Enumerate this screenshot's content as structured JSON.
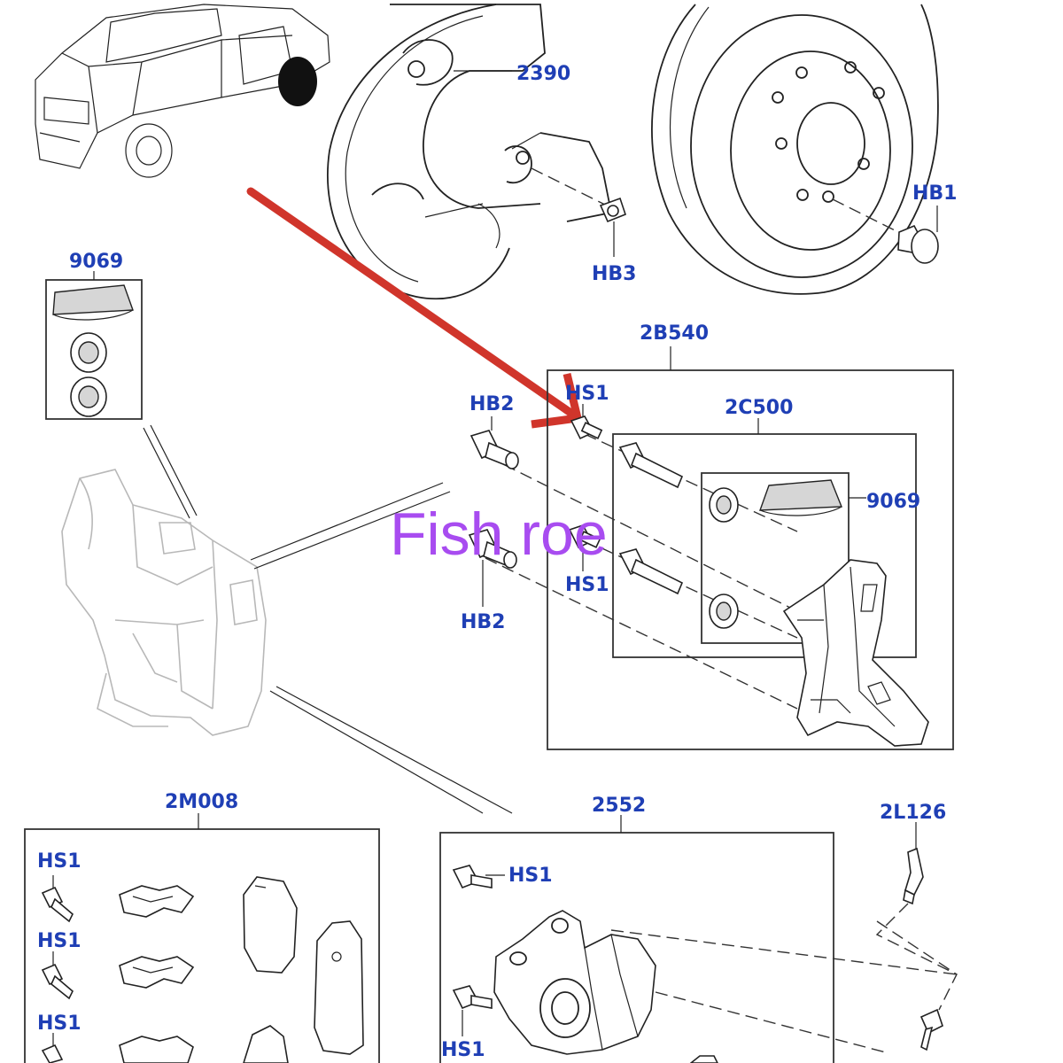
{
  "diagram": {
    "watermark": "Fish roe",
    "arrow_color": "#d0352b",
    "label_color": "#1f3fb5",
    "labels": {
      "shield": "2390",
      "hb3": "HB3",
      "hb1": "HB1",
      "kit_9069_top": "9069",
      "bracket_kit": "2B540",
      "guide_pin_kit": "2C500",
      "kit_9069_inner": "9069",
      "hb2_top": "HB2",
      "hb2_bottom": "HB2",
      "hs1_top": "HS1",
      "hs1_mid": "HS1",
      "pad_kit": "2M008",
      "pad_hs1_1": "HS1",
      "pad_hs1_2": "HS1",
      "pad_hs1_3": "HS1",
      "caliper": "2552",
      "caliper_hs1_top": "HS1",
      "caliper_hs1_bottom": "HS1",
      "sensor": "2L126"
    }
  }
}
